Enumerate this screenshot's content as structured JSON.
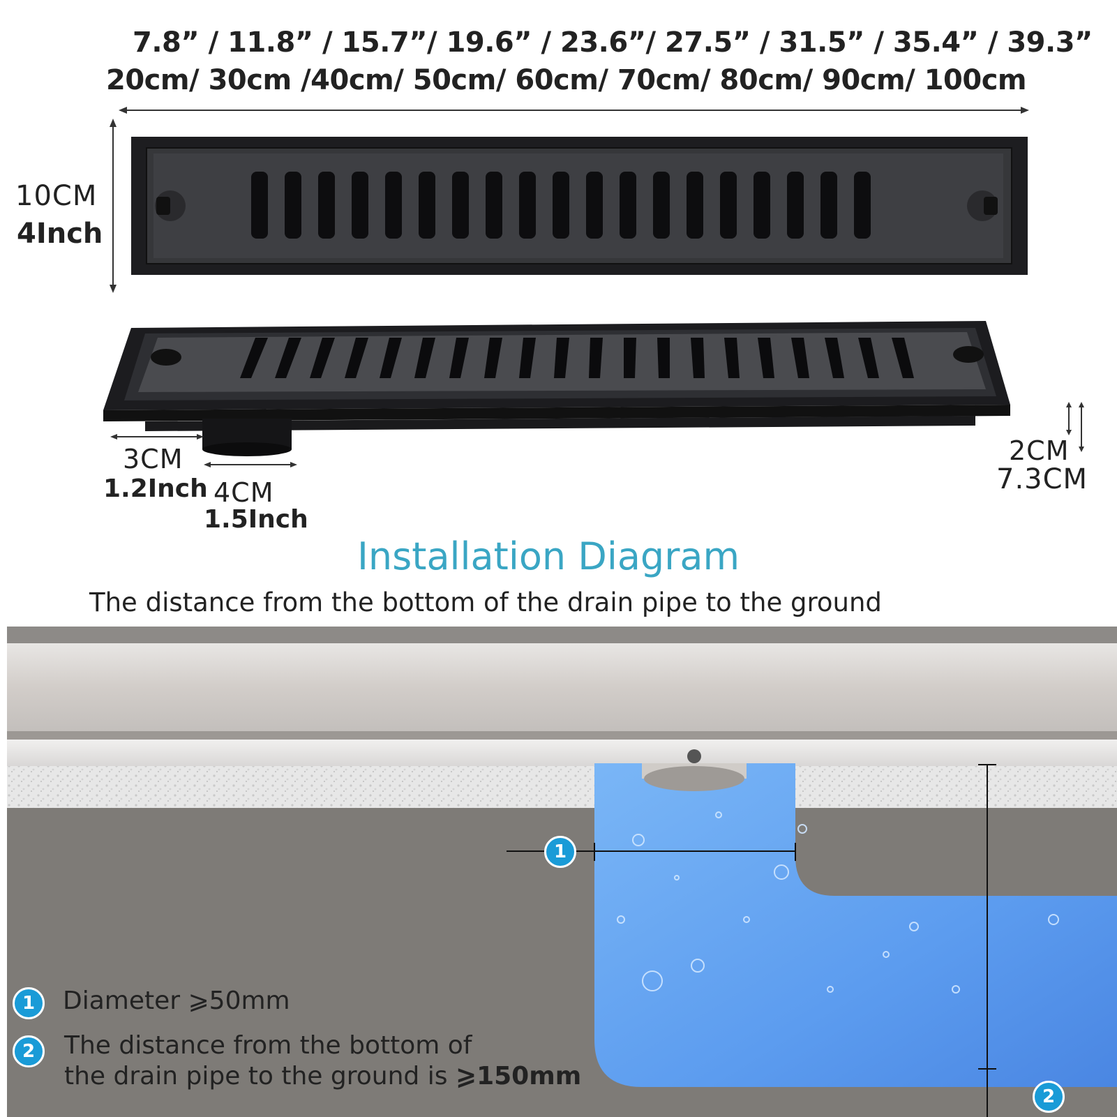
{
  "dimensions": {
    "length_inches": "7.8”  /   11.8”  /  15.7”/  19.6”  /  23.6”/  27.5” /   31.5” / 35.4” /  39.3”",
    "length_cm": "20cm/ 30cm /40cm/ 50cm/ 60cm/ 70cm/ 80cm/ 90cm/ 100cm",
    "width_cm": "10CM",
    "width_inch": "4Inch",
    "outlet_offset_cm": "3CM",
    "outlet_offset_inch": "1.2Inch",
    "outlet_diameter_cm": "4CM",
    "outlet_diameter_inch": "1.5Inch",
    "flange_height_cm": "2CM",
    "total_height_cm": "7.3CM"
  },
  "installation": {
    "title": "Installation Diagram",
    "subtitle": "The distance from the bottom of the drain pipe to the ground",
    "legend": [
      {
        "badge": "1",
        "text": "Diameter ⩾50mm"
      },
      {
        "badge": "2",
        "text_line1": "The distance from the bottom of",
        "text_line2_prefix": "the drain pipe to the ground is ",
        "text_line2_value": "⩾150mm"
      }
    ],
    "marker1": "1",
    "marker2": "2"
  },
  "colors": {
    "drain_black": "#1b1b1d",
    "accent_blue": "#1a9bd7",
    "title_teal": "#3aa6c4",
    "water_blue": "#5d9ff0",
    "concrete_gray": "#7d7a76"
  }
}
